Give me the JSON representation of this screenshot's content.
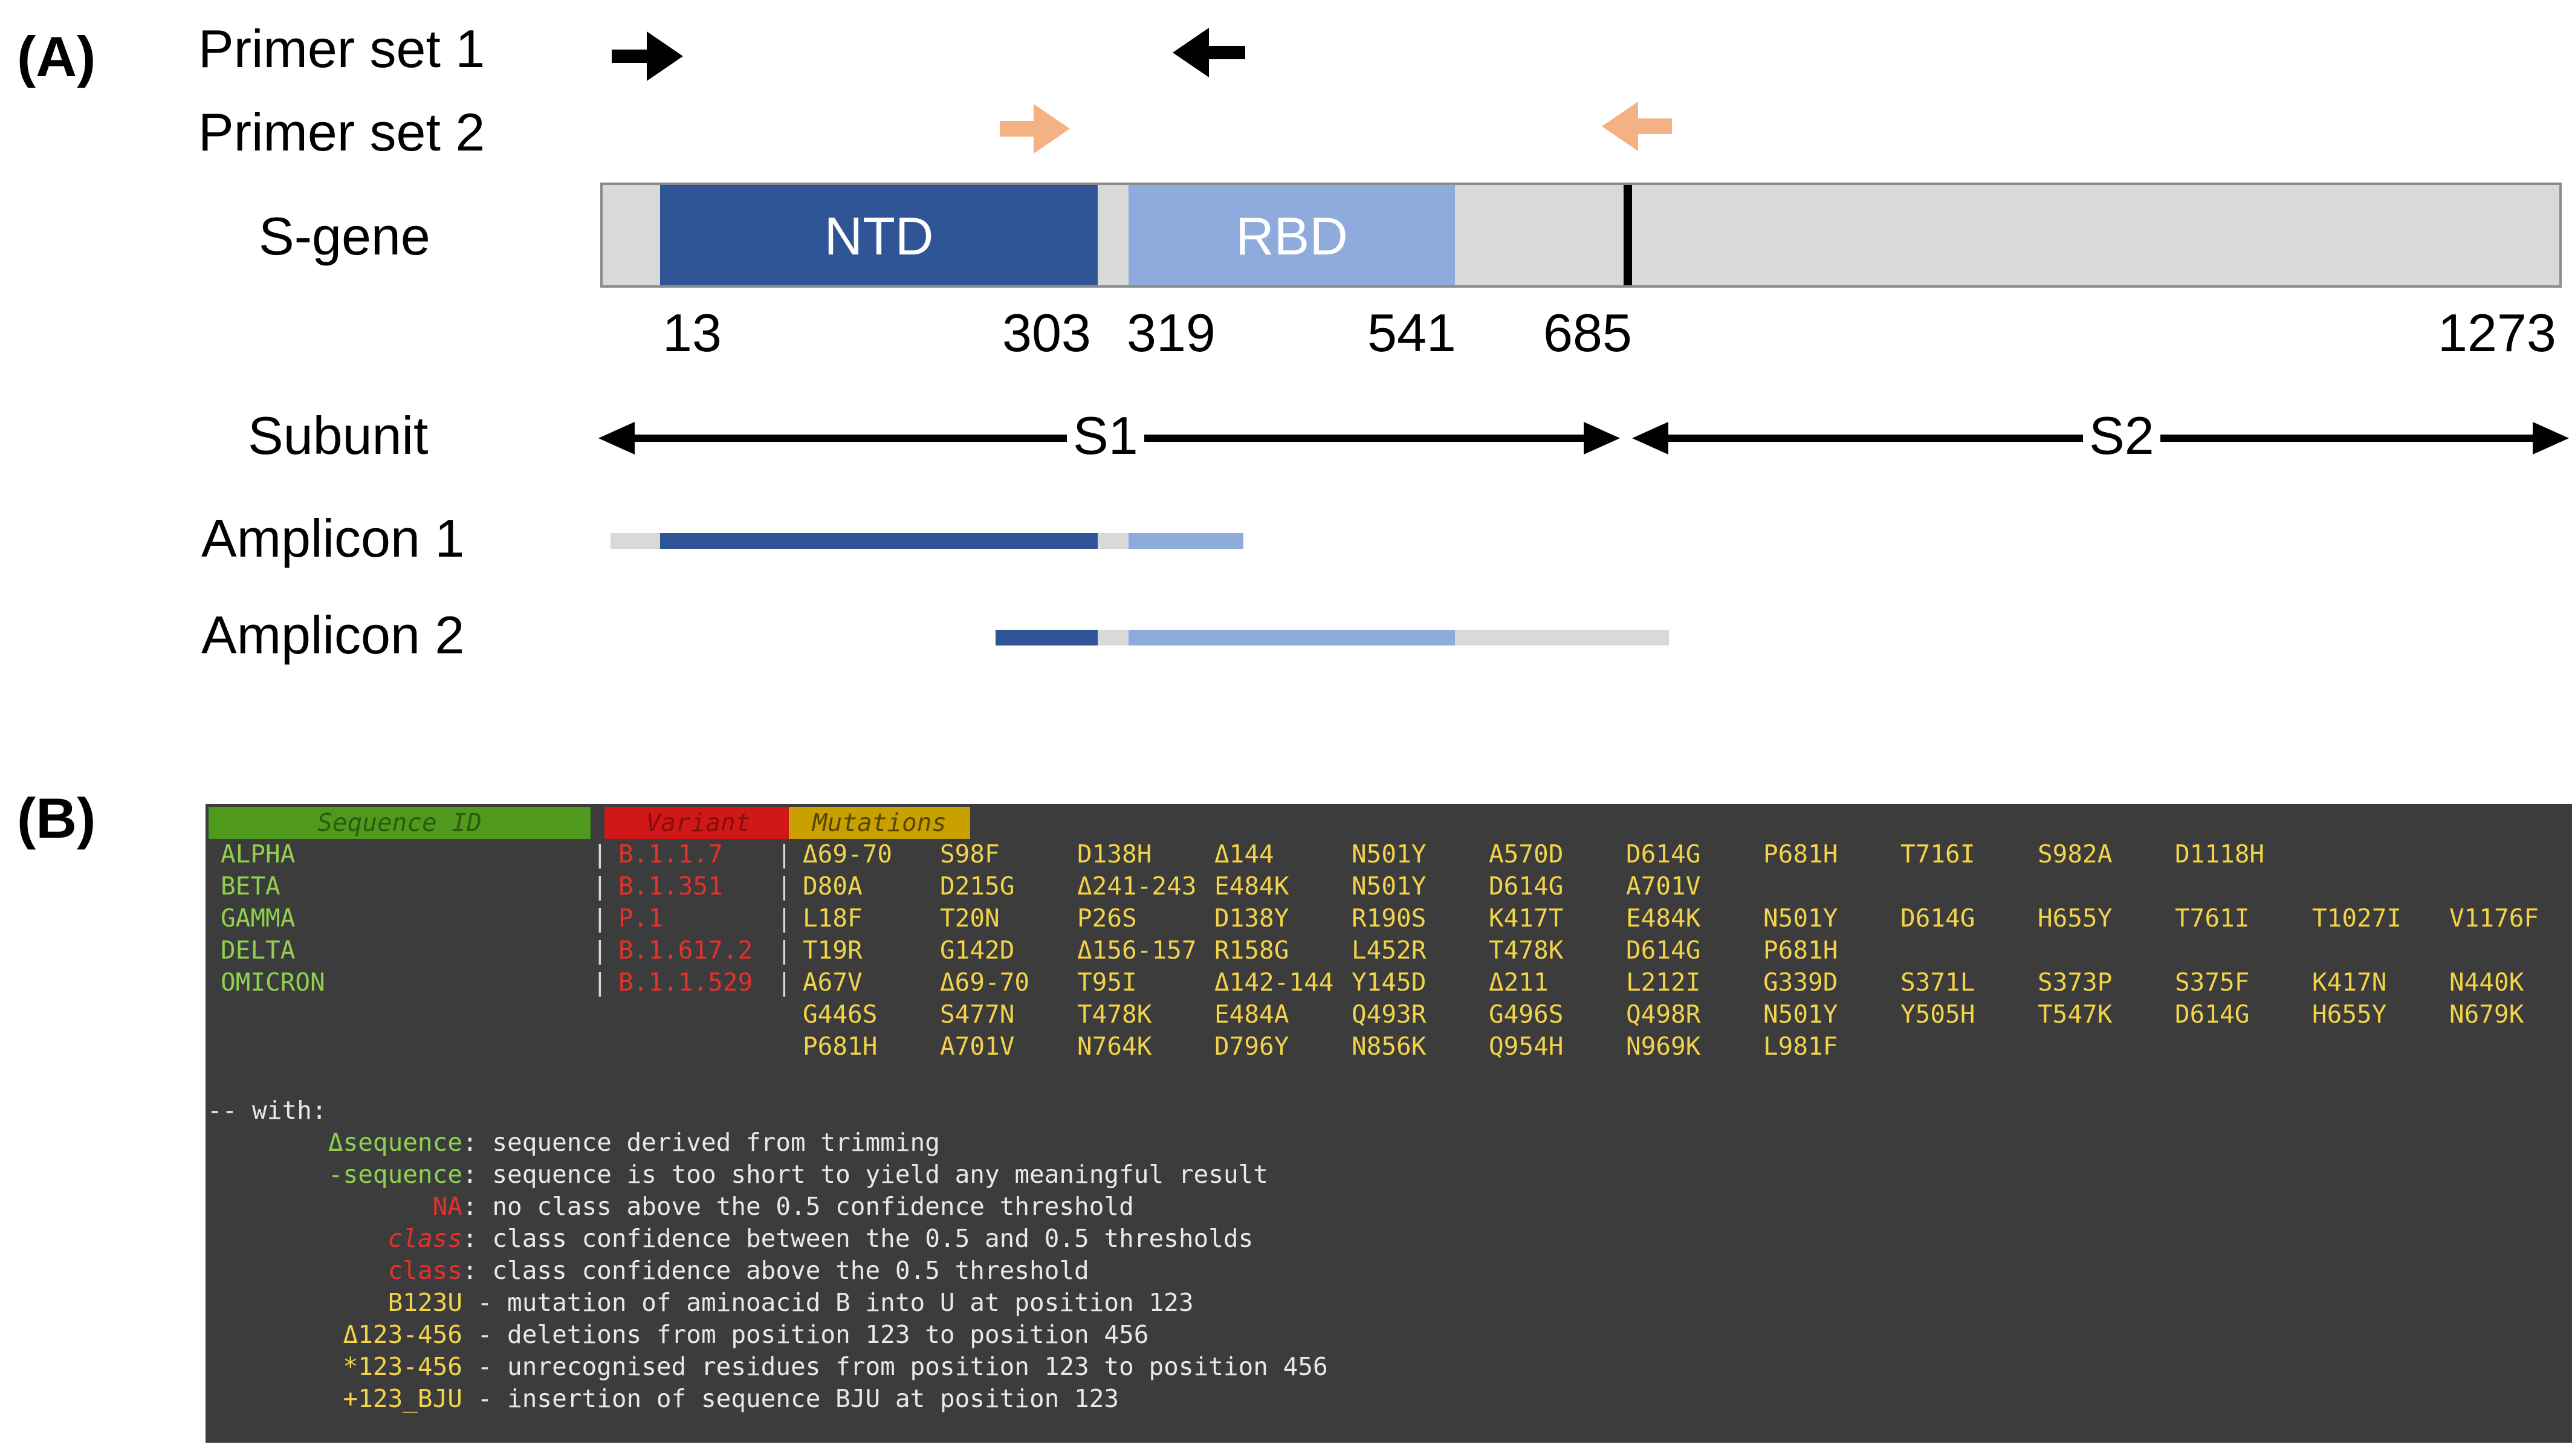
{
  "panelA": {
    "label": "(A)",
    "primer_set_1": "Primer set 1",
    "primer_set_2": "Primer set 2",
    "s_gene": "S-gene",
    "ntd": "NTD",
    "rbd": "RBD",
    "positions": [
      "13",
      "303",
      "319",
      "541",
      "685",
      "1273"
    ],
    "subunit": "Subunit",
    "s1": "S1",
    "s2": "S2",
    "amplicon_1": "Amplicon 1",
    "amplicon_2": "Amplicon 2",
    "colors": {
      "ntd": "#2f5597",
      "rbd": "#8faadc",
      "gene": "#d9d9d9",
      "primer2": "#f4b183",
      "primer1": "#000000"
    }
  },
  "panelB": {
    "label": "(B)",
    "headers": {
      "sequence_id": "Sequence ID",
      "variant": "Variant",
      "mutations": "Mutations"
    },
    "header_colors": {
      "sequence_id": "#4f9a1c",
      "variant": "#d01818",
      "mutations": "#c8a000"
    },
    "rows": [
      {
        "id": "ALPHA",
        "variant": "B.1.1.7",
        "lines": [
          [
            "Δ69-70",
            "S98F",
            "D138H",
            "Δ144",
            "N501Y",
            "A570D",
            "D614G",
            "P681H",
            "T716I",
            "S982A",
            "D1118H"
          ]
        ]
      },
      {
        "id": "BETA",
        "variant": "B.1.351",
        "lines": [
          [
            "D80A",
            "D215G",
            "Δ241-243",
            "E484K",
            "N501Y",
            "D614G",
            "A701V"
          ]
        ]
      },
      {
        "id": "GAMMA",
        "variant": "P.1",
        "lines": [
          [
            "L18F",
            "T20N",
            "P26S",
            "D138Y",
            "R190S",
            "K417T",
            "E484K",
            "N501Y",
            "D614G",
            "H655Y",
            "T761I",
            "T1027I",
            "V1176F"
          ]
        ]
      },
      {
        "id": "DELTA",
        "variant": "B.1.617.2",
        "lines": [
          [
            "T19R",
            "G142D",
            "Δ156-157",
            "R158G",
            "L452R",
            "T478K",
            "D614G",
            "P681H"
          ]
        ]
      },
      {
        "id": "OMICRON",
        "variant": "B.1.1.529",
        "lines": [
          [
            "A67V",
            "Δ69-70",
            "T95I",
            "Δ142-144",
            "Y145D",
            "Δ211",
            "L212I",
            "G339D",
            "S371L",
            "S373P",
            "S375F",
            "K417N",
            "N440K"
          ],
          [
            "G446S",
            "S477N",
            "T478K",
            "E484A",
            "Q493R",
            "G496S",
            "Q498R",
            "N501Y",
            "Y505H",
            "T547K",
            "D614G",
            "H655Y",
            "N679K"
          ],
          [
            "P681H",
            "A701V",
            "N764K",
            "D796Y",
            "N856K",
            "Q954H",
            "N969K",
            "L981F"
          ]
        ]
      }
    ],
    "with_label": "-- with:",
    "legend": [
      {
        "key": "Δsequence",
        "color": "green",
        "italic": false,
        "sep": ":",
        "text": " sequence derived from trimming"
      },
      {
        "key": "-sequence",
        "color": "green",
        "italic": false,
        "sep": ":",
        "text": " sequence is too short to yield any meaningful result"
      },
      {
        "key": "NA",
        "color": "red",
        "italic": false,
        "sep": ":",
        "text": " no class above the 0.5 confidence threshold"
      },
      {
        "key": "class",
        "color": "red",
        "italic": true,
        "sep": ":",
        "text": " class confidence between the 0.5 and 0.5 thresholds"
      },
      {
        "key": "class",
        "color": "red",
        "italic": false,
        "sep": ":",
        "text": " class confidence above the 0.5 threshold"
      },
      {
        "key": "B123U",
        "color": "yellow",
        "italic": false,
        "sep": "",
        "text": " - mutation of aminoacid B into U at position 123"
      },
      {
        "key": "Δ123-456",
        "color": "yellow",
        "italic": false,
        "sep": "",
        "text": " - deletions from position 123 to position 456"
      },
      {
        "key": "*123-456",
        "color": "yellow",
        "italic": false,
        "sep": "",
        "text": " - unrecognised residues from position 123 to position 456"
      },
      {
        "key": "+123_BJU",
        "color": "yellow",
        "italic": false,
        "sep": "",
        "text": " - insertion of sequence BJU at position 123"
      }
    ]
  }
}
